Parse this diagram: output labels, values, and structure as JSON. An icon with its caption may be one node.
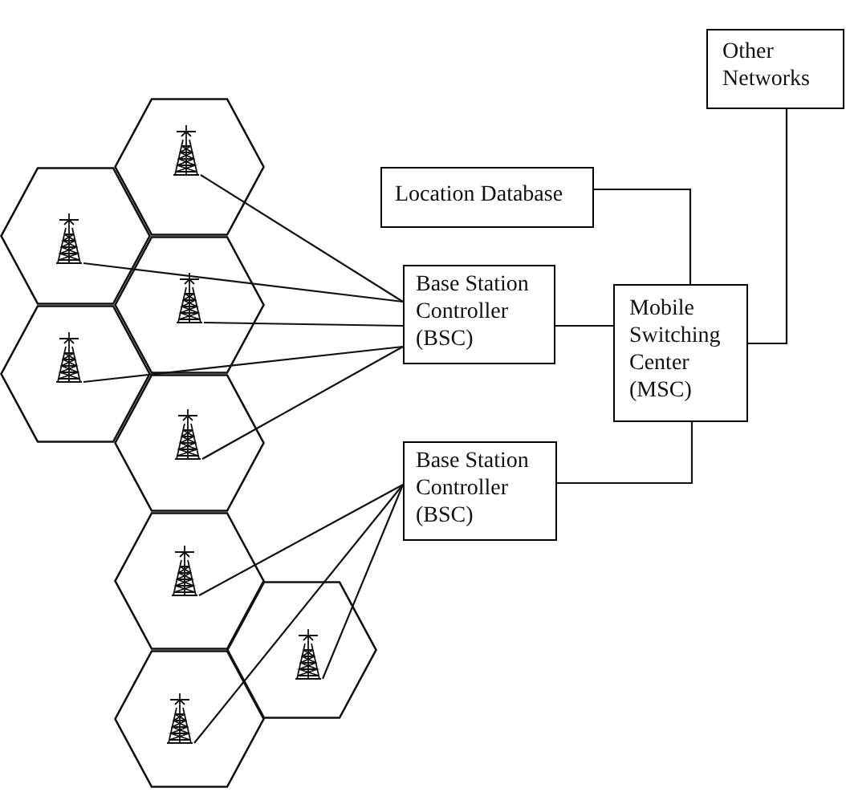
{
  "diagram": {
    "nodes": [
      {
        "text": [],
        "shape": "hexagon"
      },
      {
        "text": [],
        "shape": "picture",
        "in": 0
      },
      {
        "text": [],
        "shape": "hexagon"
      },
      {
        "text": [],
        "shape": "picture",
        "in": 2
      },
      {
        "text": [],
        "shape": "hexagon"
      },
      {
        "text": [],
        "shape": "picture",
        "in": 4
      },
      {
        "text": [],
        "shape": "hexagon"
      },
      {
        "text": [],
        "shape": "picture",
        "in": 6
      },
      {
        "text": [],
        "shape": "hexagon"
      },
      {
        "text": [],
        "shape": "picture",
        "in": 8
      },
      {
        "text": [],
        "shape": "hexagon"
      },
      {
        "text": [],
        "shape": "picture",
        "in": 10
      },
      {
        "text": [],
        "shape": "hexagon"
      },
      {
        "text": [],
        "shape": "picture",
        "in": 12
      },
      {
        "text": [],
        "shape": "hexagon"
      },
      {
        "text": [],
        "shape": "picture",
        "in": 14
      },
      {
        "text": [
          "Other Networks"
        ]
      },
      {
        "text": [
          "Location Database"
        ]
      },
      {
        "text": [
          "Base Station Controller (BSC)"
        ]
      },
      {
        "text": [
          "Mobile Switching Center (MSC)"
        ]
      },
      {
        "text": [
          "Base Station Controller (BSC)"
        ]
      }
    ],
    "edges": [
      {
        "from": 1,
        "to": 18,
        "arrow": "none"
      },
      {
        "from": 3,
        "to": 18,
        "arrow": "none"
      },
      {
        "from": 5,
        "to": 18,
        "arrow": "none"
      },
      {
        "from": 7,
        "to": 18,
        "arrow": "none"
      },
      {
        "from": 9,
        "to": 18,
        "arrow": "none"
      },
      {
        "from": 11,
        "to": 20,
        "arrow": "none"
      },
      {
        "from": 13,
        "to": 20,
        "arrow": "none"
      },
      {
        "from": 15,
        "to": 20,
        "arrow": "none"
      },
      {
        "from": 17,
        "to": 19,
        "arrow": "none"
      },
      {
        "from": 18,
        "to": 19,
        "arrow": "none"
      },
      {
        "from": 20,
        "to": 19,
        "arrow": "none"
      },
      {
        "from": 16,
        "to": 19,
        "arrow": "none"
      }
    ]
  }
}
